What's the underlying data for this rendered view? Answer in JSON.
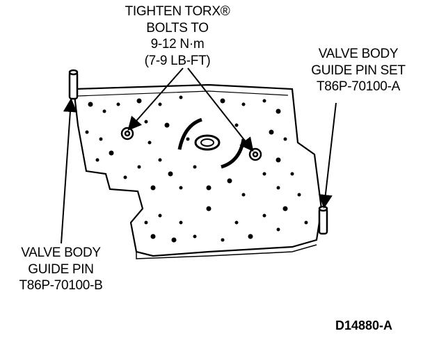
{
  "callouts": {
    "torque": {
      "lines": [
        "TIGHTEN TORX®",
        "BOLTS TO",
        "9-12 N·m",
        "(7-9 LB-FT)"
      ]
    },
    "guide_pin_set": {
      "lines": [
        "VALVE BODY",
        "GUIDE PIN SET",
        "T86P-70100-A"
      ]
    },
    "guide_pin": {
      "lines": [
        "VALVE BODY",
        "GUIDE PIN",
        "T86P-70100-B"
      ]
    }
  },
  "figure_id": "D14880-A"
}
